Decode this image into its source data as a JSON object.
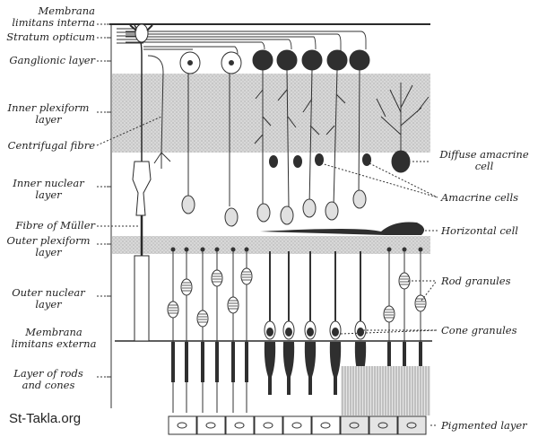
{
  "figure": {
    "left_labels": {
      "membrana_limitans_interna": [
        "Membrana",
        "limitans interna"
      ],
      "stratum_opticum": "Stratum opticum",
      "ganglionic_layer": "Ganglionic layer",
      "inner_plexiform_layer": [
        "Inner plexiform",
        "layer"
      ],
      "centrifugal_fibre": "Centrifugal fibre",
      "inner_nuclear_layer": [
        "Inner nuclear",
        "layer"
      ],
      "fibre_of_muller": "Fibre of Müller",
      "outer_plexiform_layer": [
        "Outer plexiform",
        "layer"
      ],
      "outer_nuclear_layer": [
        "Outer nuclear",
        "layer"
      ],
      "membrana_limitans_externa": [
        "Membrana",
        "limitans externa"
      ],
      "layer_of_rods_and_cones": [
        "Layer of rods",
        "and cones"
      ]
    },
    "right_labels": {
      "diffuse_amacrine_cell": [
        "Diffuse amacrine",
        "cell"
      ],
      "amacrine_cells": "Amacrine cells",
      "horizontal_cell": "Horizontal cell",
      "rod_granules": "Rod granules",
      "cone_granules": "Cone granules",
      "pigmented_layer": "Pigmented layer"
    },
    "colors": {
      "ink": "#2a2a2a",
      "shade": "#cfcfcf",
      "paper": "#ffffff"
    }
  },
  "watermark": "St-Takla.org"
}
